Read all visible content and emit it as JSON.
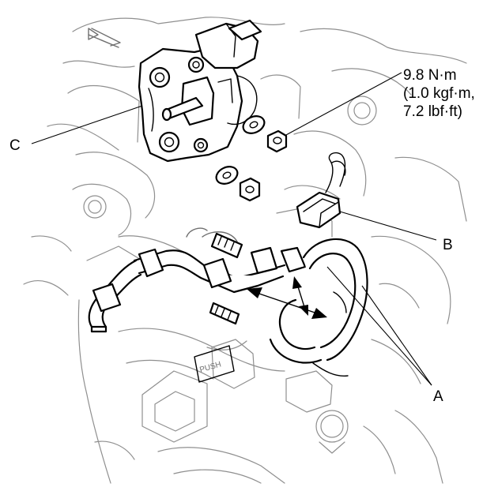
{
  "labels": {
    "a": "A",
    "b": "B",
    "c": "C"
  },
  "torque_spec": {
    "line1": "9.8 N·m",
    "line2": "(1.0 kgf·m,",
    "line3": "7.2 lbf·ft)"
  },
  "component_tag": "PUSH"
}
